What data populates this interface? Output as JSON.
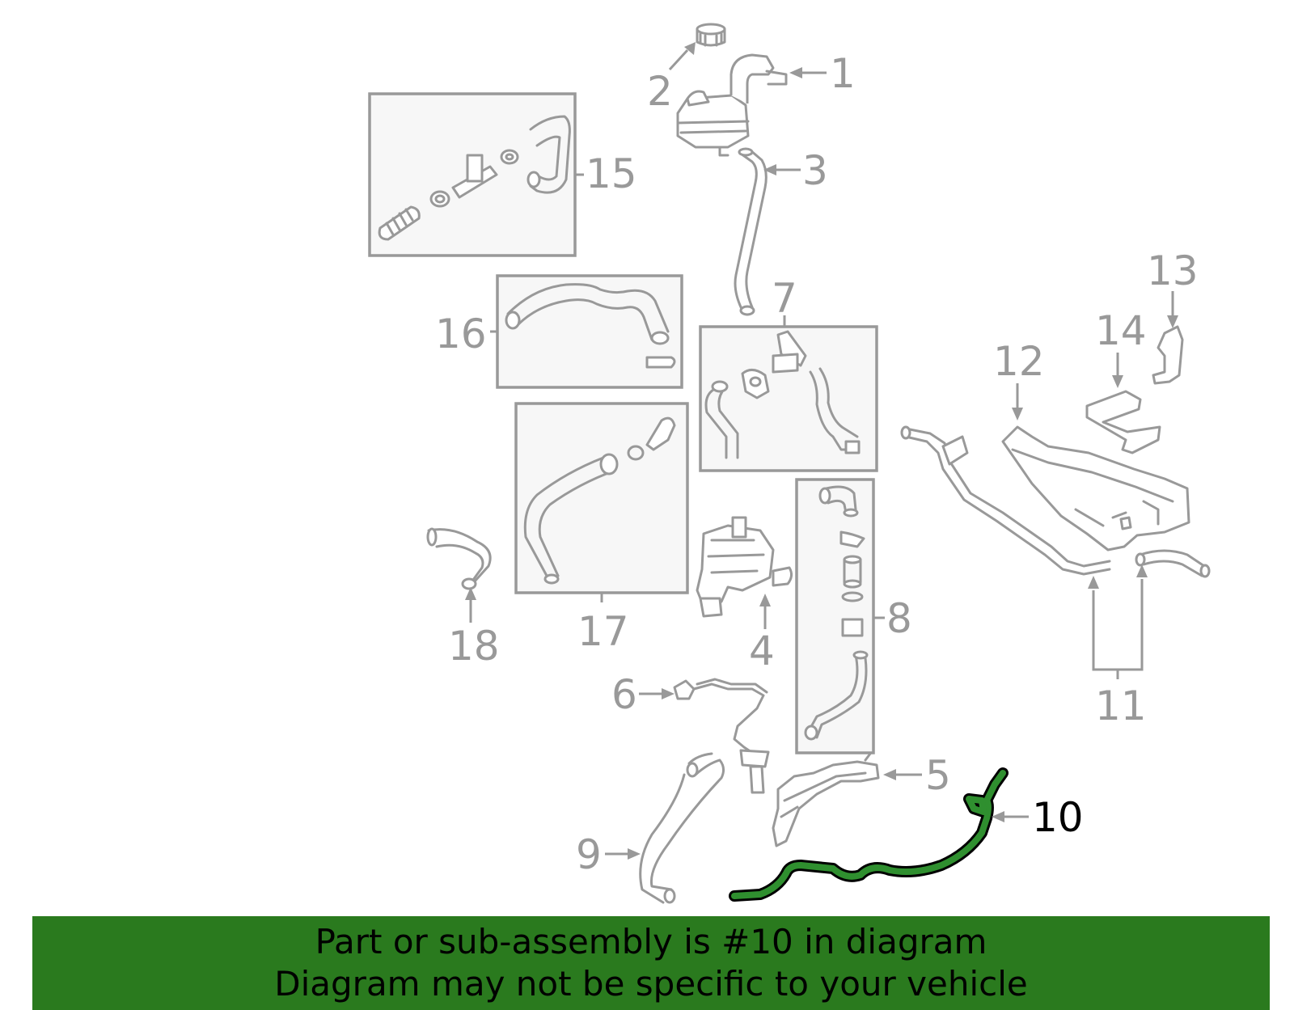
{
  "callouts": {
    "c1": "1",
    "c2": "2",
    "c3": "3",
    "c4": "4",
    "c5": "5",
    "c6": "6",
    "c7": "7",
    "c8": "8",
    "c9": "9",
    "c10": "10",
    "c11": "11",
    "c12": "12",
    "c13": "13",
    "c14": "14",
    "c15": "15",
    "c16": "16",
    "c17": "17",
    "c18": "18"
  },
  "highlight": {
    "part": "10",
    "color": "#2f8f2f"
  },
  "banner": {
    "line1": "Part or sub-assembly is #10 in diagram",
    "line2": "Diagram may not be specific to your vehicle",
    "background": "#2a7a1e"
  }
}
